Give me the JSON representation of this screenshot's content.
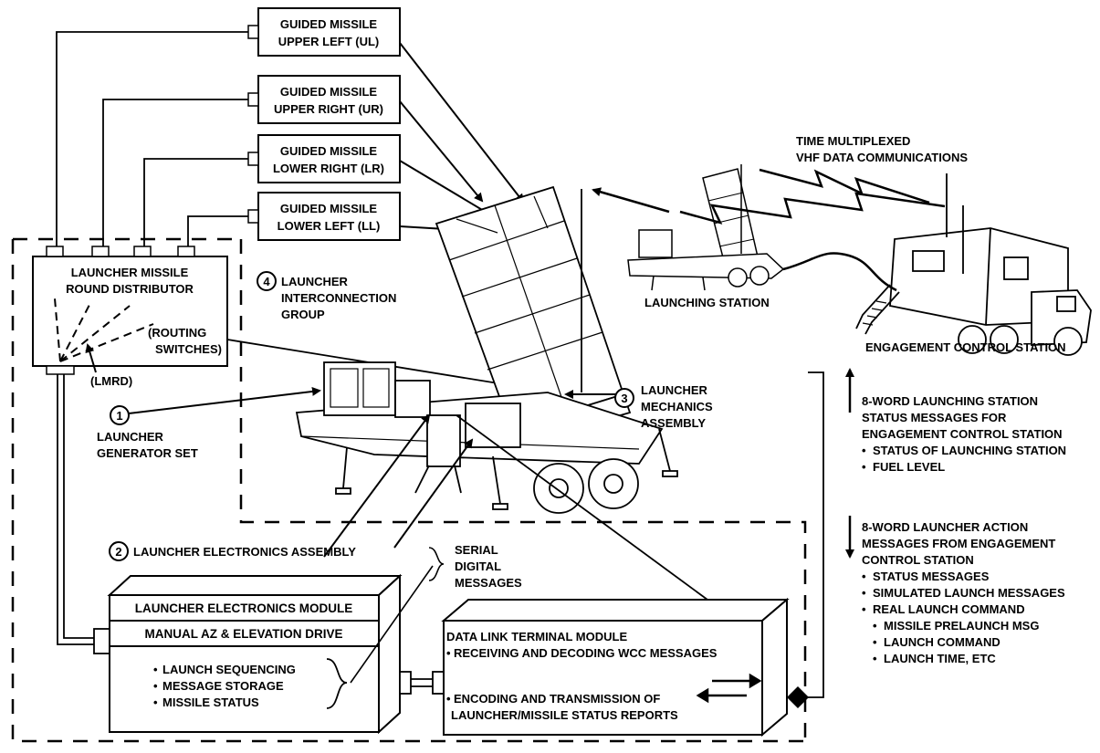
{
  "missile_boxes": [
    {
      "line1": "GUIDED MISSILE",
      "line2": "UPPER LEFT (UL)"
    },
    {
      "line1": "GUIDED MISSILE",
      "line2": "UPPER RIGHT (UR)"
    },
    {
      "line1": "GUIDED MISSILE",
      "line2": "LOWER RIGHT (LR)"
    },
    {
      "line1": "GUIDED MISSILE",
      "line2": "LOWER LEFT (LL)"
    }
  ],
  "lmrd": {
    "title_line1": "LAUNCHER MISSILE",
    "title_line2": "ROUND DISTRIBUTOR",
    "routing_line1": "(ROUTING",
    "routing_line2": "SWITCHES)",
    "abbrev": "(LMRD)"
  },
  "interconnection": {
    "number": "4",
    "line1": "LAUNCHER",
    "line2": "INTERCONNECTION",
    "line3": "GROUP"
  },
  "generator": {
    "number": "1",
    "line1": "LAUNCHER",
    "line2": "GENERATOR SET"
  },
  "mechanics": {
    "number": "3",
    "line1": "LAUNCHER",
    "line2": "MECHANICS",
    "line3": "ASSEMBLY"
  },
  "electronics_assembly": {
    "number": "2",
    "label": "LAUNCHER ELECTRONICS ASSEMBLY"
  },
  "electronics_module": {
    "row1": "LAUNCHER ELECTRONICS MODULE",
    "row2": "MANUAL AZ & ELEVATION DRIVE",
    "bullets": [
      "LAUNCH SEQUENCING",
      "MESSAGE STORAGE",
      "MISSILE STATUS"
    ]
  },
  "serial": {
    "line1": "SERIAL",
    "line2": "DIGITAL",
    "line3": "MESSAGES"
  },
  "data_link": {
    "title": "DATA LINK TERMINAL MODULE",
    "bullet1": "RECEIVING AND DECODING WCC MESSAGES",
    "bullet2_line1": "ENCODING AND TRANSMISSION OF",
    "bullet2_line2": "LAUNCHER/MISSILE STATUS REPORTS"
  },
  "vhf": {
    "line1": "TIME MULTIPLEXED",
    "line2": "VHF DATA COMMUNICATIONS"
  },
  "launching_station": "LAUNCHING STATION",
  "ecs": "ENGAGEMENT CONTROL STATION",
  "status_messages": {
    "lines": [
      "8-WORD LAUNCHING STATION",
      "STATUS MESSAGES FOR",
      "ENGAGEMENT CONTROL STATION"
    ],
    "bullets": [
      "STATUS OF LAUNCHING STATION",
      "FUEL LEVEL"
    ]
  },
  "action_messages": {
    "lines": [
      "8-WORD LAUNCHER ACTION",
      "MESSAGES FROM ENGAGEMENT",
      "CONTROL STATION"
    ],
    "bullets": [
      "STATUS MESSAGES",
      "SIMULATED LAUNCH MESSAGES",
      "REAL LAUNCH COMMAND"
    ],
    "sub_bullets": [
      "MISSILE PRELAUNCH MSG",
      "LAUNCH COMMAND",
      "LAUNCH TIME, ETC"
    ]
  },
  "bullet_char": "•"
}
